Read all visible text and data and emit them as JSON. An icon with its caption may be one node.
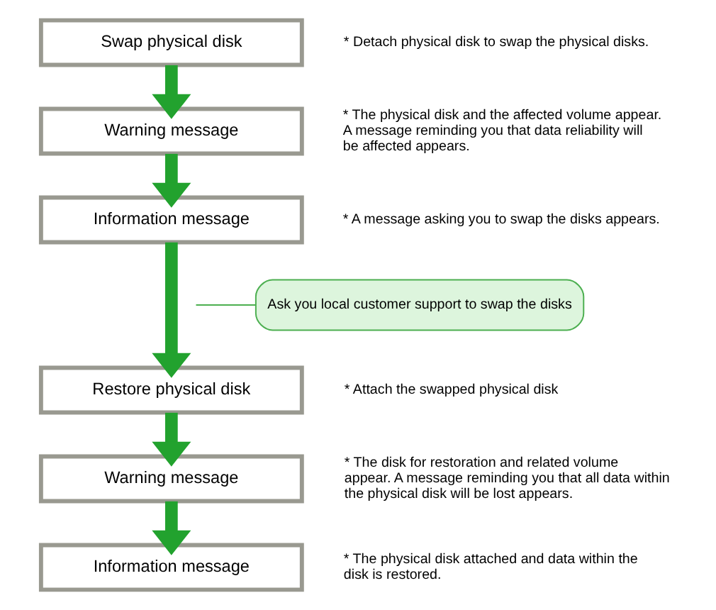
{
  "diagram": {
    "nodes": [
      {
        "text": [
          "Swap physical disk"
        ],
        "beside": [
          "* Detach physical disk to swap the physical disks."
        ]
      },
      {
        "text": [
          "Warning message"
        ],
        "beside": [
          "* The physical disk and the affected volume appear. A message reminding you that data reliability will be affected appears."
        ]
      },
      {
        "text": [
          "Information message"
        ],
        "beside": [
          "* A message asking you to swap the disks appears."
        ]
      },
      {
        "text": [
          "Ask you local customer support to swap the disks"
        ]
      },
      {
        "text": [
          "Restore physical disk"
        ],
        "beside": [
          "* Attach the swapped physical disk"
        ]
      },
      {
        "text": [
          "Warning message"
        ],
        "beside": [
          "* The disk for restoration and related volume appear. A message reminding you that all data within the physical disk will be lost appears."
        ]
      },
      {
        "text": [
          "Information message"
        ],
        "beside": [
          "* The physical disk attached and data within the disk is restored."
        ]
      }
    ],
    "edges": [
      {
        "from": 0,
        "to": 1,
        "arrow": "to"
      },
      {
        "from": 1,
        "to": 2,
        "arrow": "to"
      },
      {
        "from": 2,
        "to": 4,
        "arrow": "to"
      },
      {
        "from": 3,
        "to": null,
        "arrow": "none"
      },
      {
        "from": 4,
        "to": 5,
        "arrow": "to"
      },
      {
        "from": 5,
        "to": 6,
        "arrow": "to"
      }
    ]
  }
}
